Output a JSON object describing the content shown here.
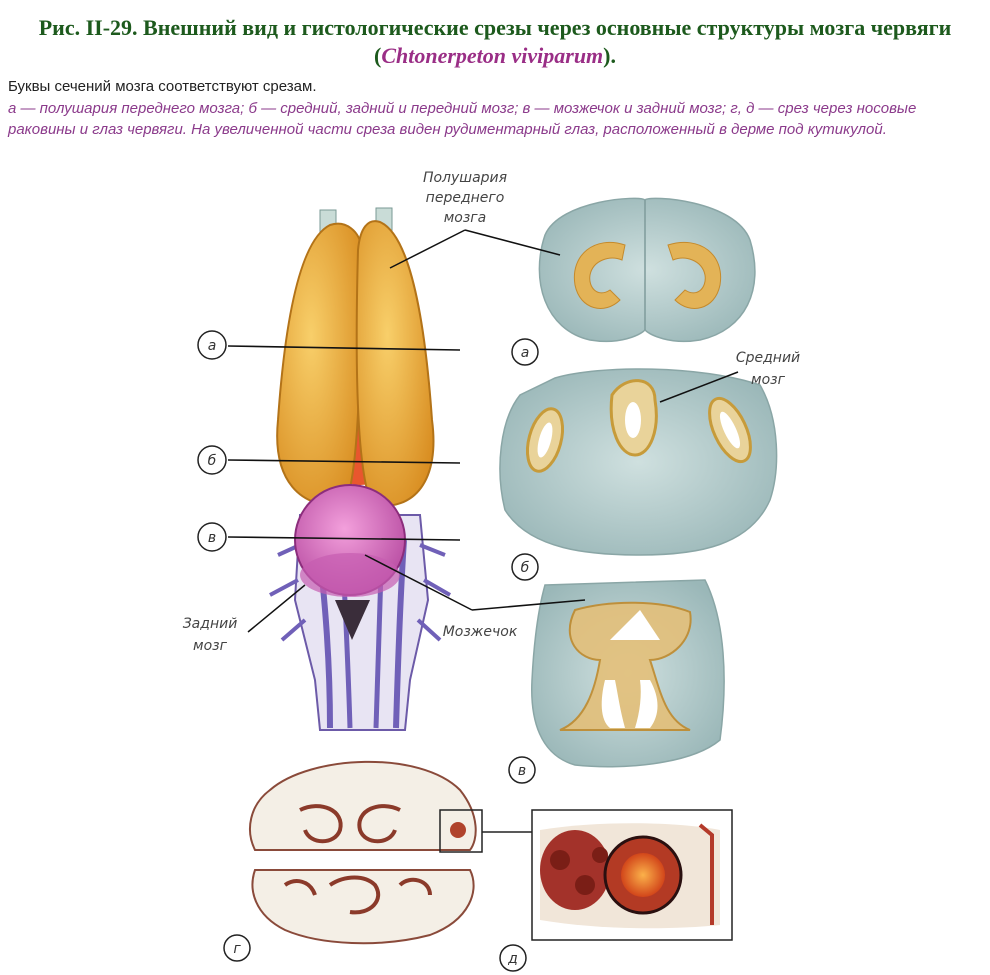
{
  "title": {
    "prefix": "Рис. II-29. Внешний вид и гистологические срезы через основные структуры мозга червяги (",
    "species": "Chtonerpeton viviparum",
    "suffix": ")."
  },
  "subtitle": "Буквы сечений мозга соответствуют срезам.",
  "caption": "а — полушария переднего мозга; б — средний, задний и передний мозг; в — мозжечок и задний мозг; г, д — срез через носовые раковины и глаз червяги. На увеличенной части среза виден рудиментарный глаз, расположенный в дерме под кутикулой.",
  "labels": {
    "forebrain_l1": "Полушария",
    "forebrain_l2": "переднего",
    "forebrain_l3": "мозга",
    "midbrain_l1": "Средний",
    "midbrain_l2": "мозг",
    "hindbrain_l1": "Задний",
    "hindbrain_l2": "мозг",
    "cerebellum": "Мозжечок"
  },
  "section_letters": {
    "a": "а",
    "b": "б",
    "v": "в",
    "g": "г",
    "d": "д"
  }
}
